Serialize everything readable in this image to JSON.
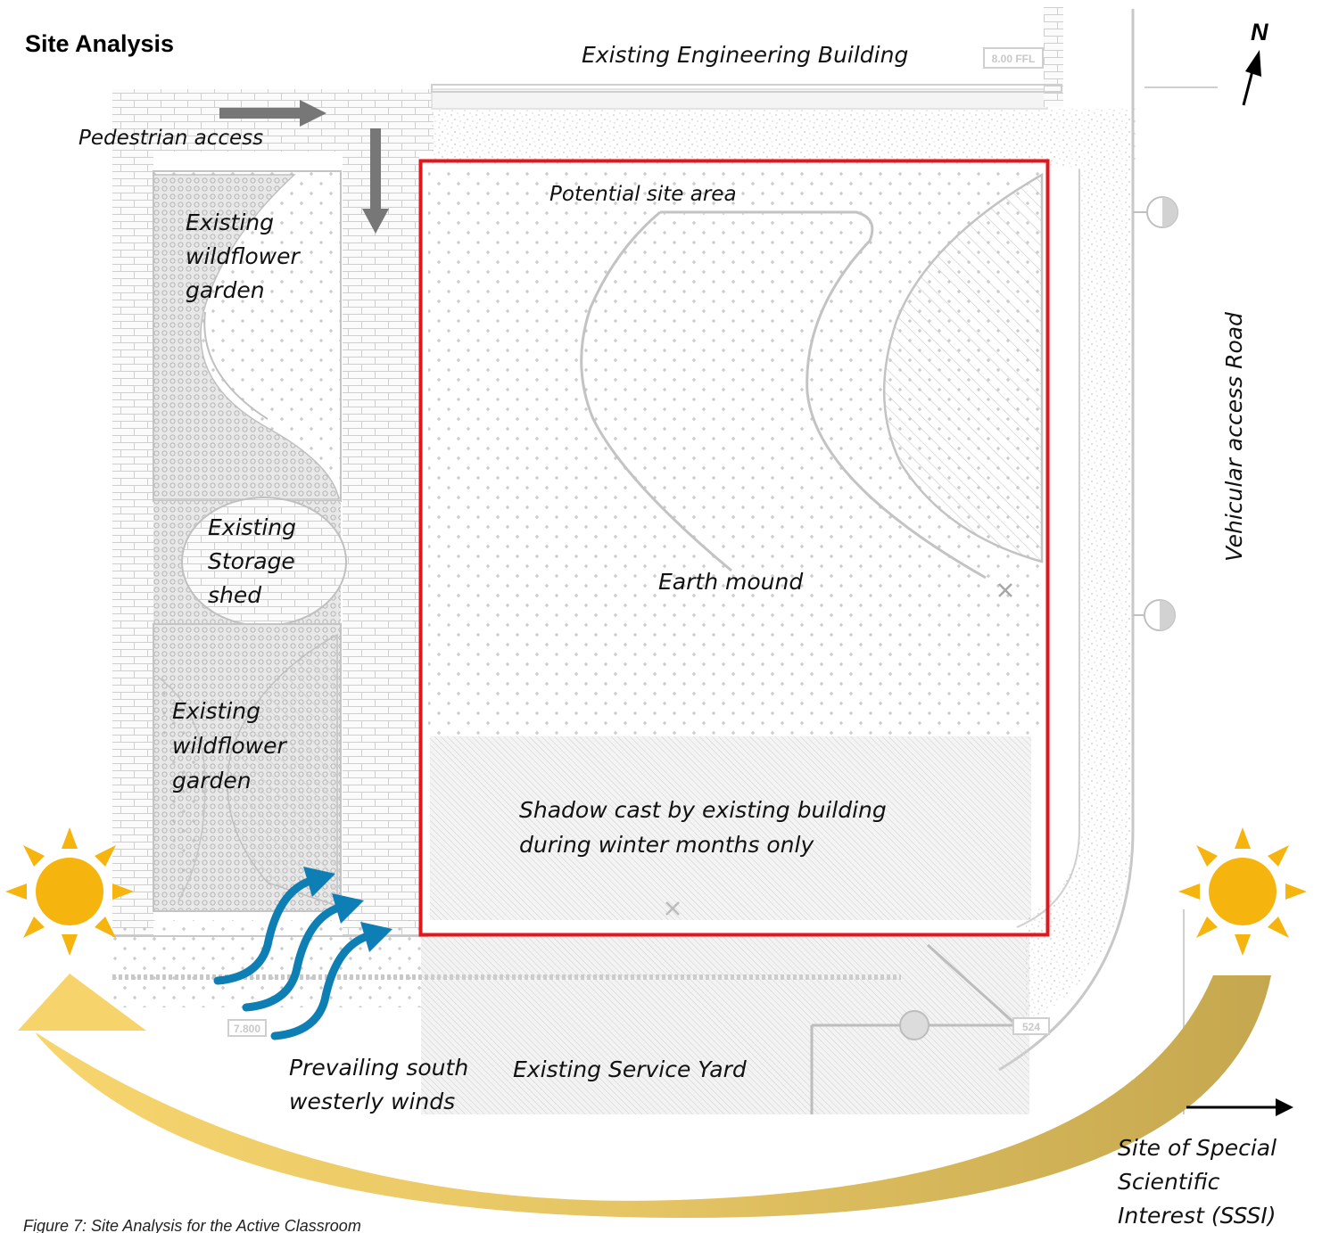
{
  "title": "Site Analysis",
  "caption": "Figure 7: Site Analysis for the Active Classroom",
  "north_label": "N",
  "labels": {
    "engineering_building": "Existing Engineering Building",
    "pedestrian_access": "Pedestrian access",
    "potential_site": "Potential site area",
    "wildflower_top": [
      "Existing",
      "wildflower",
      "garden"
    ],
    "storage_shed": [
      "Existing",
      "Storage",
      "shed"
    ],
    "wildflower_bottom": [
      "Existing",
      "wildflower",
      "garden"
    ],
    "earth_mound": "Earth mound",
    "shadow": [
      "Shadow cast by existing building",
      "during winter months only"
    ],
    "vehicular_road": "Vehicular access Road",
    "winds": [
      "Prevailing south",
      "westerly winds"
    ],
    "service_yard": "Existing Service Yard",
    "sssi": [
      "Site of Special",
      "Scientific",
      "Interest (SSSI)"
    ]
  },
  "level_tags": {
    "ffl": "8.00 FFL",
    "level_a": "7.800",
    "level_b": "524"
  },
  "colors": {
    "site_boundary": "#e3161b",
    "wind": "#0e7fb5",
    "sun": "#f5b50e",
    "sun_path_light": "#f6d36b",
    "sun_path_dark": "#c7aa52",
    "plan_lines": "#c4c4c4",
    "shadow_fill": "#e2e2e2",
    "access_arrow": "#777777"
  }
}
